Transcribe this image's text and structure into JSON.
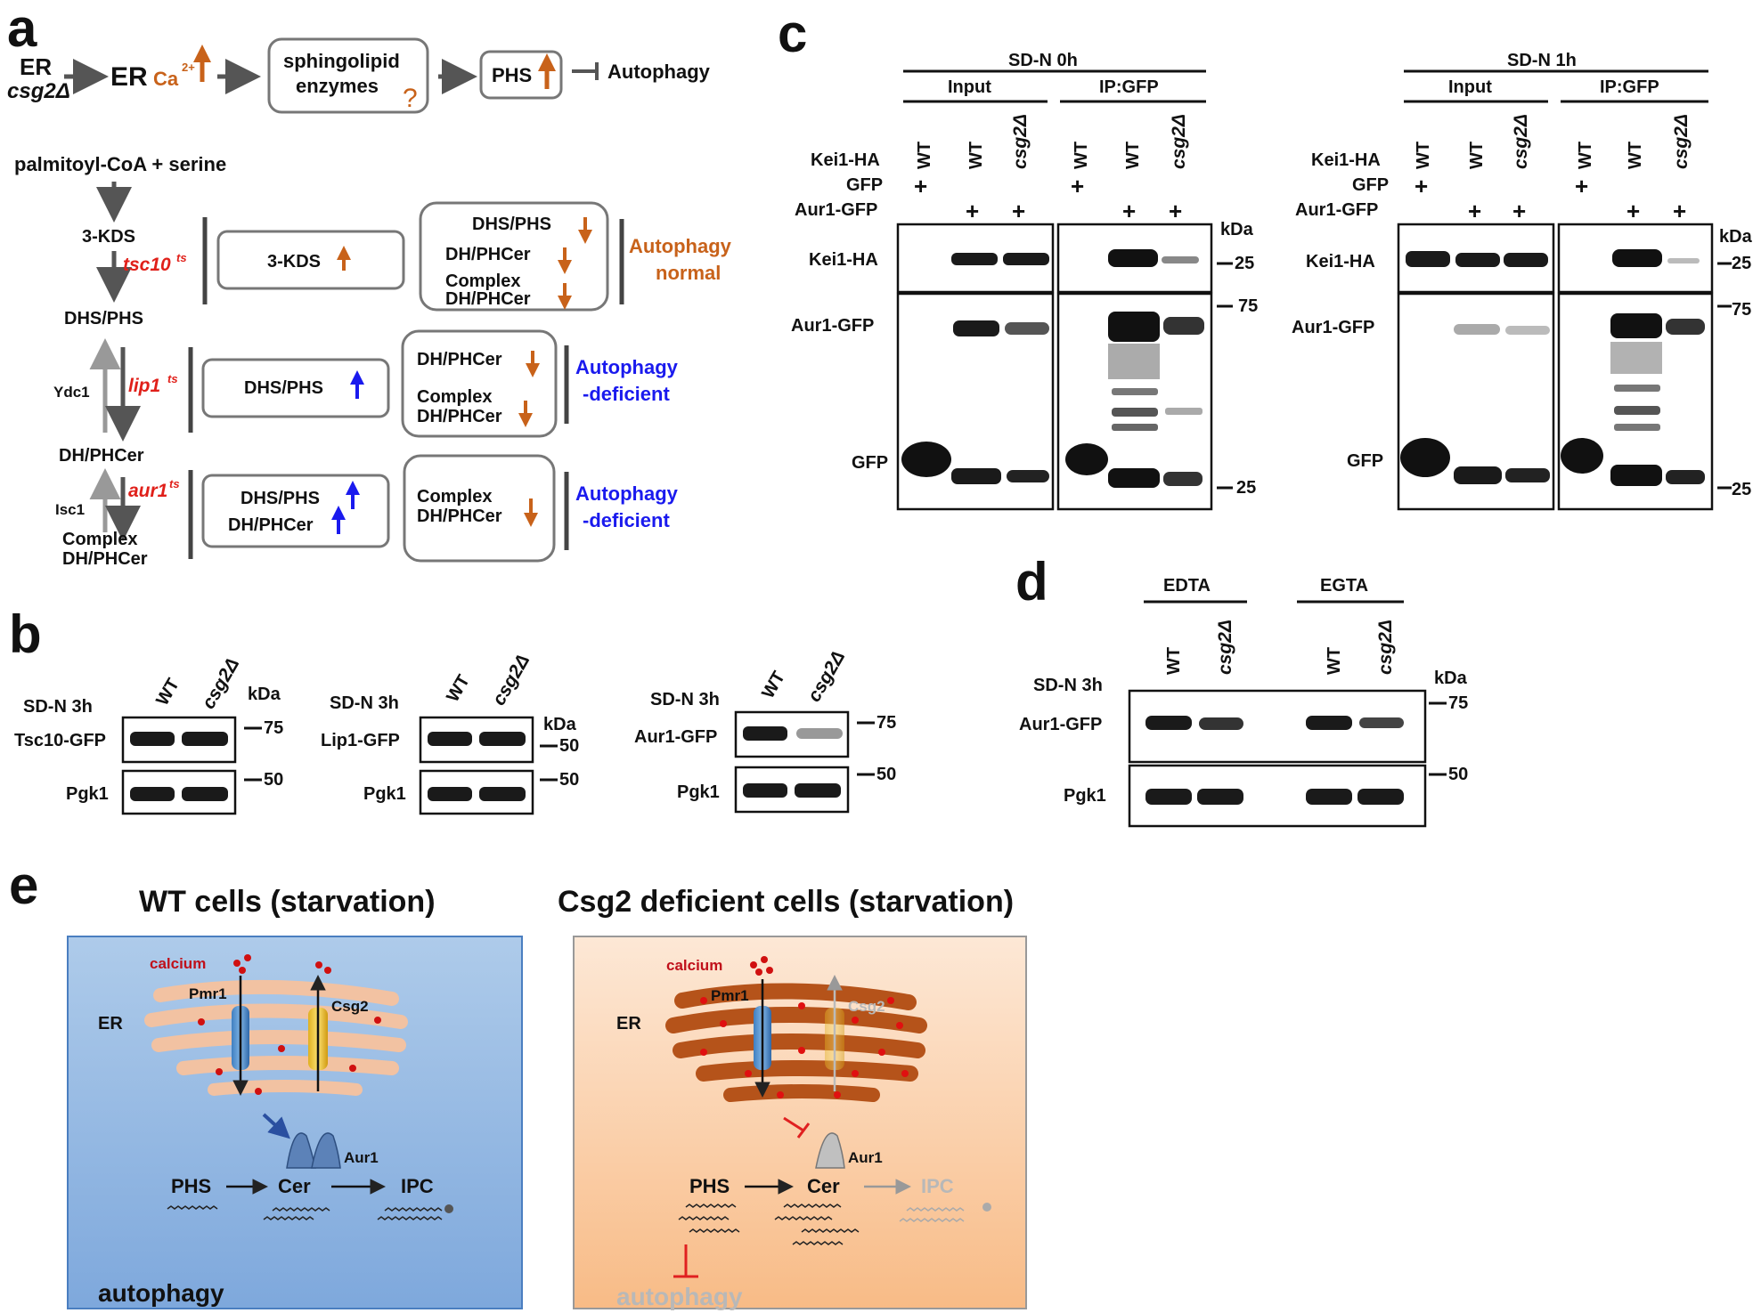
{
  "panel_labels": {
    "a": "a",
    "b": "b",
    "c": "c",
    "d": "d",
    "e": "e"
  },
  "panel_a": {
    "top_flow": {
      "er": "ER",
      "csg2": "csg2Δ",
      "er2": "ER",
      "ca": "Ca",
      "ca_sup": "2+",
      "sphingo1": "sphingolipid",
      "sphingo2": "enzymes",
      "question": "?",
      "phs": "PHS",
      "autophagy": "Autophagy"
    },
    "pathway": {
      "start": "palmitoyl-CoA + serine",
      "kds": "3-KDS",
      "tsc10": "tsc10",
      "tsc10_sup": "ts",
      "dhsphs": "DHS/PHS",
      "ydc1": "Ydc1",
      "lip1": "lip1",
      "lip1_sup": "ts",
      "dhphcer": "DH/PHCer",
      "isc1": "Isc1",
      "aur1": "aur1",
      "aur1_sup": "ts",
      "complex": "Complex",
      "complex_dh": "DH/PHCer"
    },
    "rows": [
      {
        "left": [
          "3-KDS"
        ],
        "right": [
          "DHS/PHS",
          "DH/PHCer",
          "Complex",
          "DH/PHCer"
        ],
        "outcome": [
          "Autophagy",
          "normal"
        ]
      },
      {
        "left": [
          "DHS/PHS"
        ],
        "right": [
          "DH/PHCer",
          "Complex",
          "DH/PHCer"
        ],
        "outcome": [
          "Autophagy",
          "-deficient"
        ]
      },
      {
        "left": [
          "DHS/PHS",
          "DH/PHCer"
        ],
        "right": [
          "Complex",
          "DH/PHCer"
        ],
        "outcome": [
          "Autophagy",
          "-deficient"
        ]
      }
    ]
  },
  "panel_b": {
    "blots": [
      {
        "cond": "SD-N 3h",
        "lanes": [
          "WT",
          "csg2Δ"
        ],
        "protein": "Tsc10-GFP",
        "kda": "kDa",
        "mw_top": "75",
        "control": "Pgk1",
        "mw_ctrl": "50"
      },
      {
        "cond": "SD-N 3h",
        "lanes": [
          "WT",
          "csg2Δ"
        ],
        "protein": "Lip1-GFP",
        "kda": "kDa",
        "mw_top": "50",
        "control": "Pgk1",
        "mw_ctrl": "50"
      },
      {
        "cond": "SD-N 3h",
        "lanes": [
          "WT",
          "csg2Δ"
        ],
        "protein": "Aur1-GFP",
        "kda": "",
        "mw_top": "75",
        "control": "Pgk1",
        "mw_ctrl": "50"
      }
    ]
  },
  "panel_c": {
    "blots": [
      {
        "cond": "SD-N 0h",
        "input": "Input",
        "ip": "IP:GFP"
      },
      {
        "cond": "SD-N 1h",
        "input": "Input",
        "ip": "IP:GFP"
      }
    ],
    "row_labels": {
      "kei1": "Kei1-HA",
      "gfp": "GFP",
      "aur1": "Aur1-GFP"
    },
    "lanes": [
      "WT",
      "WT",
      "csg2Δ"
    ],
    "plus": "+",
    "bands": {
      "kei1": "Kei1-HA",
      "aur1": "Aur1-GFP",
      "gfp": "GFP"
    },
    "kda": "kDa",
    "mw": [
      "25",
      "75",
      "25"
    ]
  },
  "panel_d": {
    "groups": [
      "EDTA",
      "EGTA"
    ],
    "lanes": [
      "WT",
      "csg2Δ"
    ],
    "cond": "SD-N 3h",
    "bands": [
      "Aur1-GFP",
      "Pgk1"
    ],
    "kda": "kDa",
    "mw": [
      "75",
      "50"
    ]
  },
  "panel_e": {
    "wt": {
      "title": "WT cells (starvation)",
      "calcium": "calcium",
      "pmr1": "Pmr1",
      "csg2": "Csg2",
      "er": "ER",
      "aur1": "Aur1",
      "phs": "PHS",
      "cer": "Cer",
      "ipc": "IPC",
      "autophagy": "autophagy"
    },
    "mut": {
      "title": "Csg2 deficient cells (starvation)",
      "calcium": "calcium",
      "pmr1": "Pmr1",
      "csg2": "Csg2",
      "er": "ER",
      "aur1": "Aur1",
      "phs": "PHS",
      "cer": "Cer",
      "ipc": "IPC",
      "autophagy": "autophagy"
    }
  },
  "colors": {
    "orange_arrow": "#c8621a",
    "red_gene": "#e0201a",
    "blue_text": "#1a1aee",
    "wt_bg_top": "#a8c6e8",
    "wt_bg_bottom": "#7aa6da",
    "mut_bg_top": "#fde6d2",
    "mut_bg_bottom": "#f8bc88",
    "er_light": "#f6c6a8",
    "er_dark": "#b5531a"
  }
}
